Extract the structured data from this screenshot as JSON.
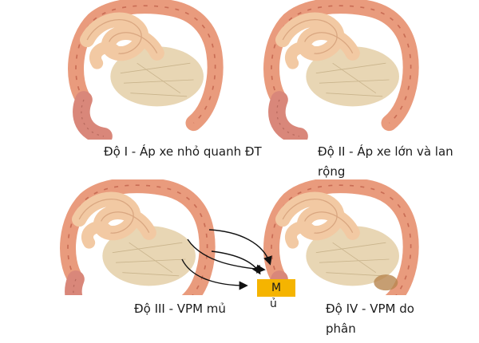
{
  "panels": [
    {
      "caption": "Độ I - Áp xe nhỏ quanh ĐT"
    },
    {
      "caption": "Độ II - Áp xe lớn và lan rộng"
    },
    {
      "caption": "Độ III - VPM mủ"
    },
    {
      "caption": "Độ IV - VPM do phân"
    }
  ],
  "highlight": {
    "line1": "M",
    "line2": "ủ",
    "color": "#f5b400"
  },
  "colors": {
    "intestine": "#f2c9a3",
    "intestine_shade": "#d9a680",
    "colon": "#e99b7d",
    "colon_shade": "#c96d55",
    "mesentery": "#e8d6b4",
    "rectum": "#d9877a"
  }
}
